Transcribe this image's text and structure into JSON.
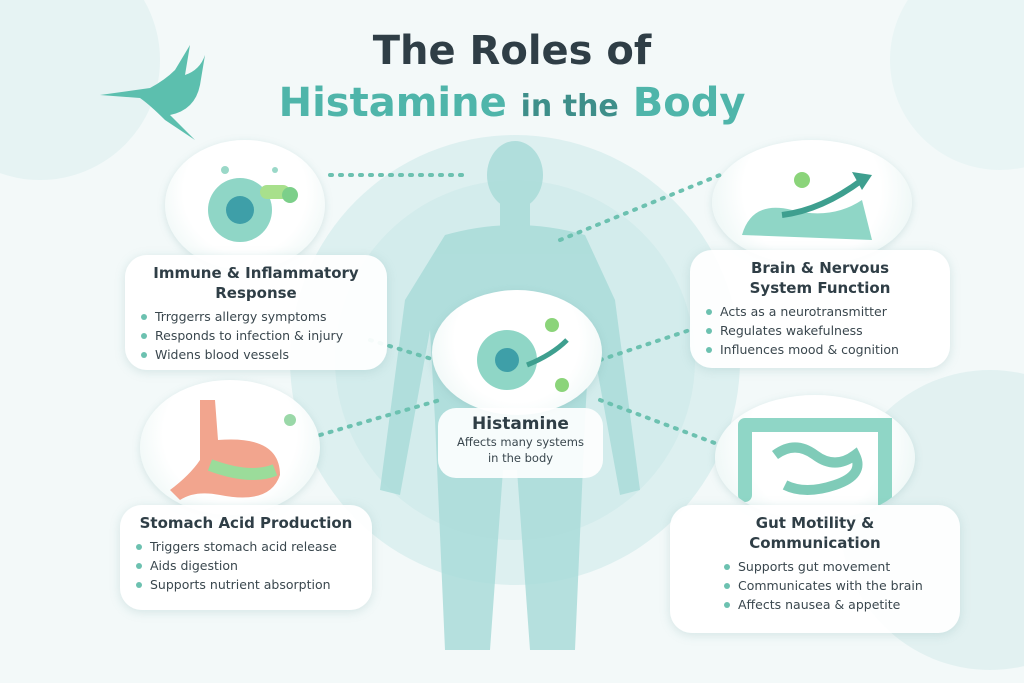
{
  "title": {
    "line1": "The Roles of",
    "line2_main": "Histamine",
    "line2_mid": "in the",
    "line2_end": "Body"
  },
  "center": {
    "title": "Histamine",
    "subtitle_line1": "Affects many systems",
    "subtitle_line2": "in the body"
  },
  "sections": {
    "immune": {
      "title_line1": "Immune & Inflammatory",
      "title_line2": "Response",
      "items": [
        "Trrggerrs allergy symptoms",
        "Responds to infection & injury",
        "Widens blood vessels"
      ]
    },
    "brain": {
      "title_line1": "Brain & Nervous",
      "title_line2": "System Function",
      "items": [
        "Acts as a neurotransmitter",
        "Regulates wakefulness",
        "Influences mood & cognition"
      ]
    },
    "stomach": {
      "title_line1": "Stomach Acid Production",
      "items": [
        "Triggers stomach acid release",
        "Aids digestion",
        "Supports nutrient absorption"
      ]
    },
    "gut": {
      "title_line1": "Gut Motility &",
      "title_line2": "Communication",
      "items": [
        "Supports gut movement",
        "Communicates with the brain",
        "Affects nausea & appetite"
      ]
    }
  },
  "colors": {
    "accent": "#4fb5aa",
    "dark": "#2f3e46",
    "body": "#a9dcd9",
    "bullet": "#6cc1b0"
  }
}
